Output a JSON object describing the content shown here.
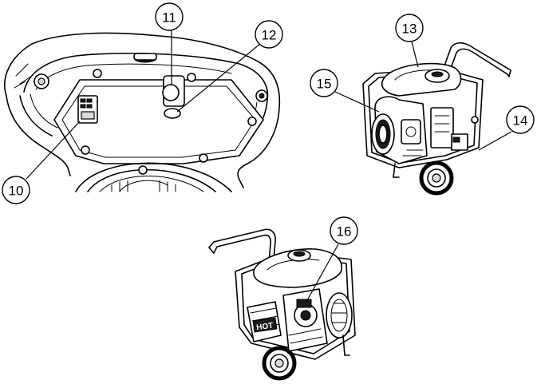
{
  "callouts": {
    "c10": "10",
    "c11": "11",
    "c12": "12",
    "c13": "13",
    "c14": "14",
    "c15": "15",
    "c16": "16"
  },
  "labels": {
    "hot": "HOT"
  },
  "icons": {
    "panel_detail": "engine-underside-panel-illustration",
    "generator_right": "generator-right-view-illustration",
    "generator_left": "generator-left-view-illustration"
  }
}
